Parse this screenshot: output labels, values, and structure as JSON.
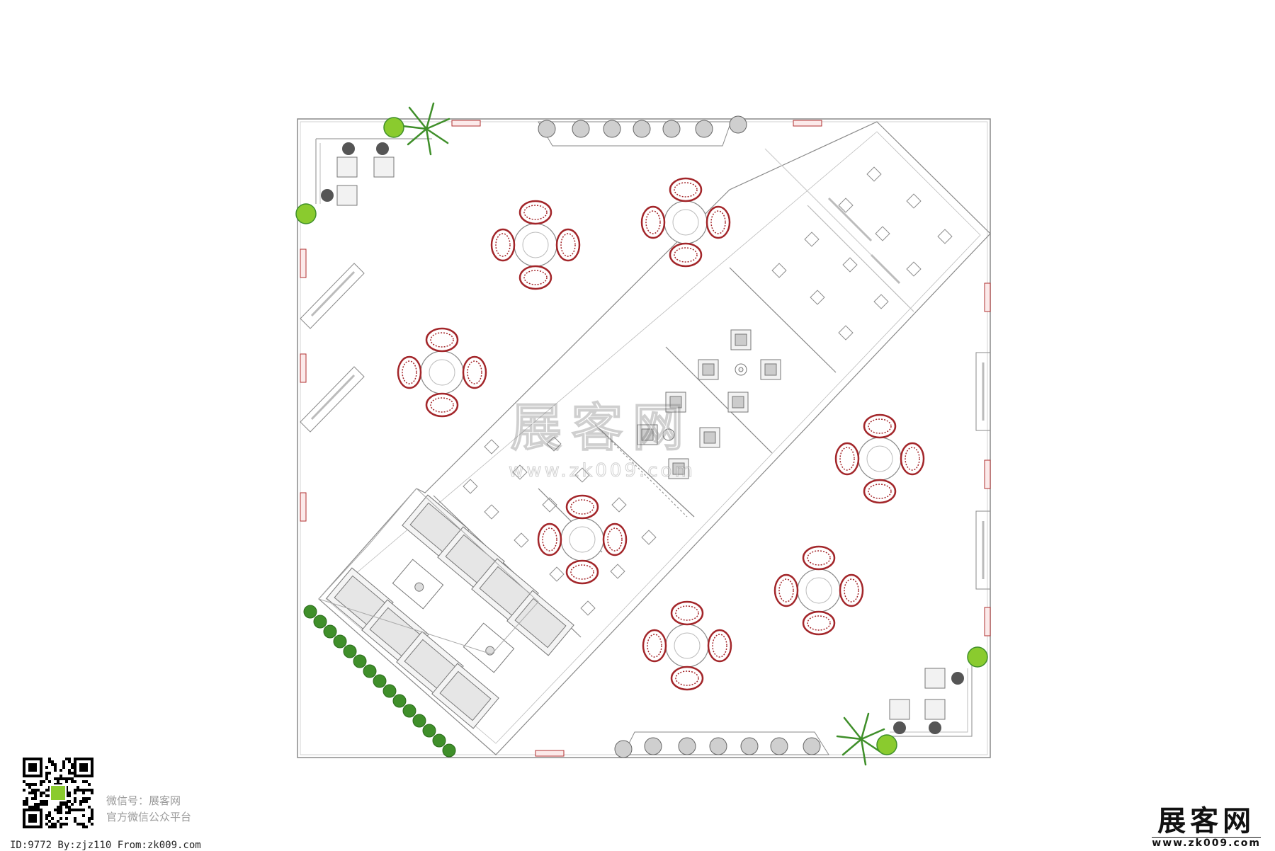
{
  "footer": {
    "wechat_name": "微信号：展客网",
    "wechat_sub": "官方微信公众平台",
    "id_line": "ID:9772 By:zjz110 From:zk009.com"
  },
  "watermark": {
    "logo": "展客网",
    "url": "www.zk009.com"
  },
  "brand": {
    "logo": "展客网",
    "url": "www.zk009.com"
  },
  "colors": {
    "chair": "#a3262a",
    "line": "#8a8a8a",
    "plant": "#3f8f2a",
    "plant_light": "#8acb2e",
    "sign": "#b03030"
  },
  "icons": [
    "qr-code-icon",
    "palm-plant-icon",
    "round-shrub-icon"
  ]
}
